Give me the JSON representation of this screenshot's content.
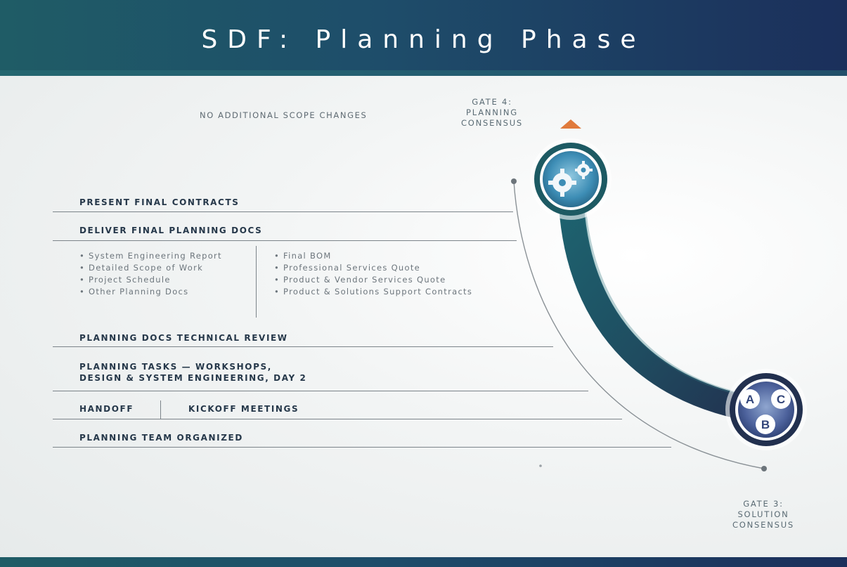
{
  "title": "SDF: Planning Phase",
  "no_scope_changes": "NO ADDITIONAL SCOPE CHANGES",
  "gate4": {
    "line1": "GATE 4:",
    "line2": "PLANNING",
    "line3": "CONSENSUS"
  },
  "gate3": {
    "line1": "GATE 3:",
    "line2": "SOLUTION",
    "line3": "CONSENSUS"
  },
  "steps": {
    "present_contracts": "PRESENT FINAL CONTRACTS",
    "deliver_docs": "DELIVER FINAL PLANNING DOCS",
    "tech_review": "PLANNING DOCS TECHNICAL REVIEW",
    "tasks_line1": "PLANNING TASKS — WORKSHOPS,",
    "tasks_line2": "DESIGN & SYSTEM ENGINEERING, DAY 2",
    "handoff": "HANDOFF",
    "kickoff": "KICKOFF MEETINGS",
    "team_organized": "PLANNING TEAM ORGANIZED"
  },
  "docs_left": [
    "System Engineering Report",
    "Detailed Scope of Work",
    "Project Schedule",
    "Other Planning Docs"
  ],
  "docs_right": [
    "Final BOM",
    "Professional Services Quote",
    "Product & Vendor Services Quote",
    "Product & Solutions Support Contracts"
  ],
  "badge_letters": {
    "a": "A",
    "b": "B",
    "c": "C"
  },
  "colors": {
    "header_start": "#1f5c66",
    "header_end": "#1b2f5b",
    "arc_teal": "#1d5a63",
    "arc_navy": "#22304f",
    "triangle": "#e07a3c"
  },
  "icons": {
    "top_node": "gears-icon",
    "bottom_node": "abc-badge-icon",
    "gate_marker": "triangle-up-icon"
  }
}
